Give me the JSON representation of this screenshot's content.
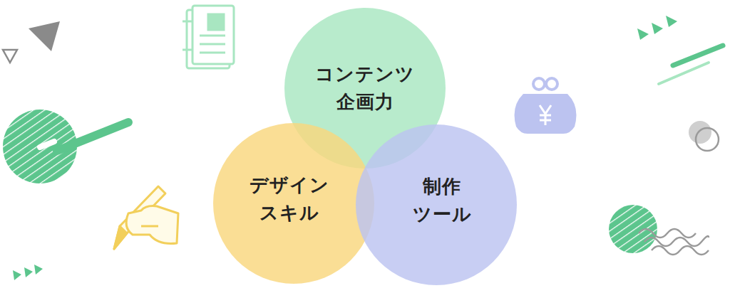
{
  "diagram": {
    "nodes": [
      {
        "text": [
          "コンテンツ 企画力"
        ]
      },
      {
        "text": [
          "デザイン スキル"
        ]
      },
      {
        "text": [
          "制作 ツール"
        ]
      }
    ]
  }
}
